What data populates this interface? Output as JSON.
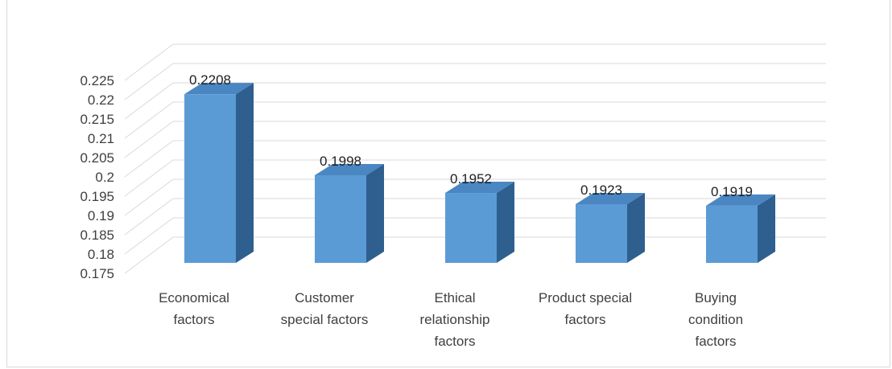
{
  "chart_data": {
    "type": "bar",
    "title": "",
    "xlabel": "",
    "ylabel": "",
    "categories": [
      [
        "Economical",
        "factors"
      ],
      [
        "Customer",
        "special factors"
      ],
      [
        "Ethical",
        "relationship",
        "factors"
      ],
      [
        "Product special",
        "factors"
      ],
      [
        "Buying",
        "condition",
        "factors"
      ]
    ],
    "values": [
      0.2208,
      0.1998,
      0.1952,
      0.1923,
      0.1919
    ],
    "data_labels": [
      "0.2208",
      "0.1998",
      "0.1952",
      "0.1923",
      "0.1919"
    ],
    "y_ticks": [
      "0.175",
      "0.18",
      "0.185",
      "0.19",
      "0.195",
      "0.2",
      "0.205",
      "0.21",
      "0.215",
      "0.22",
      "0.225"
    ],
    "ylim": [
      0.175,
      0.225
    ],
    "grid": true,
    "style": "3d-column",
    "colors": {
      "bar_front": "#5b9bd5",
      "bar_side": "#2e5f8f",
      "bar_top": "#4a86c2",
      "grid": "#d9d9d9",
      "text": "#404040"
    }
  }
}
